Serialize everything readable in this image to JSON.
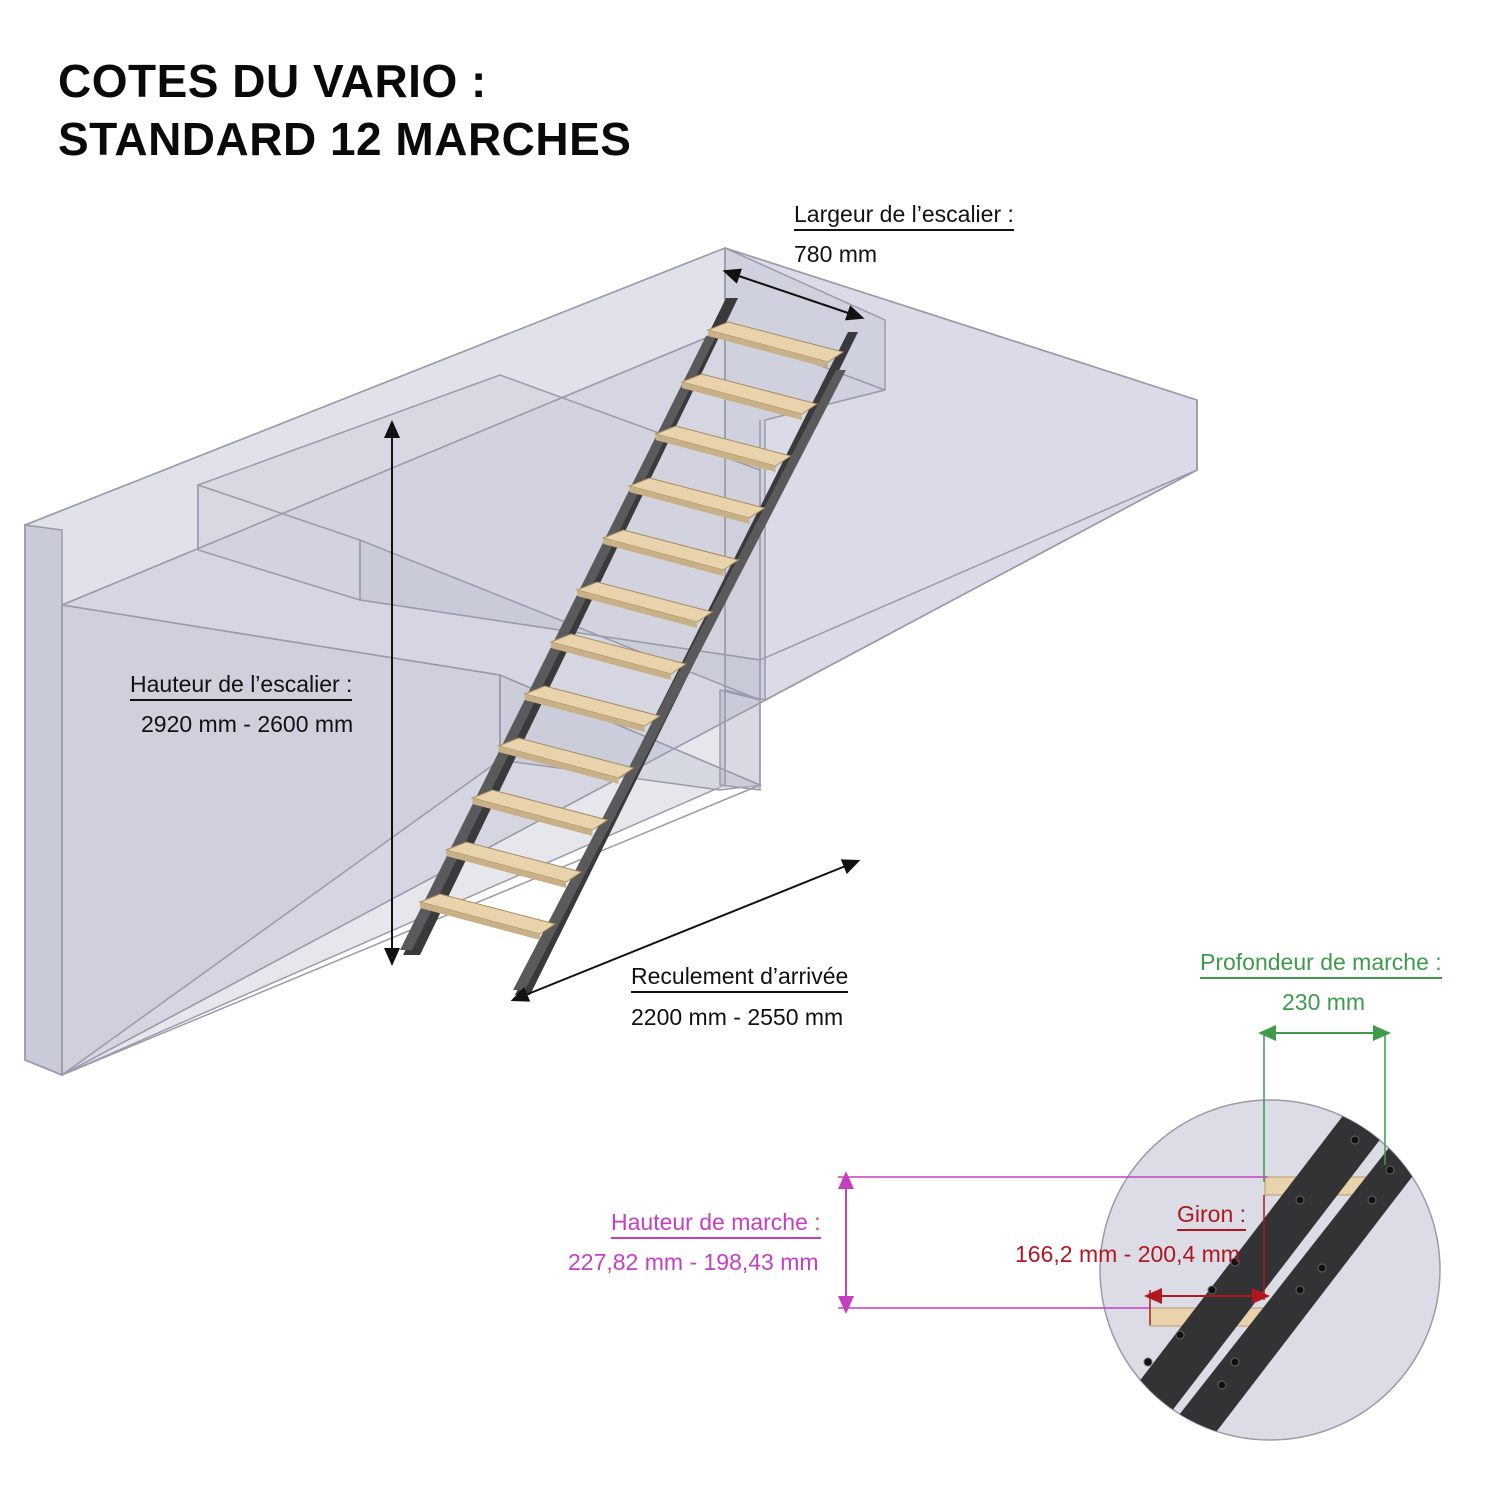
{
  "title": {
    "line1": "COTES DU VARIO :",
    "line2": "STANDARD 12 MARCHES"
  },
  "dimensions": {
    "largeur": {
      "label": "Largeur de l’escalier :",
      "value": "780 mm"
    },
    "hauteur": {
      "label": "Hauteur de l’escalier :",
      "value": "2920 mm - 2600 mm"
    },
    "reculement": {
      "label": "Reculement d’arrivée",
      "value": "2200 mm - 2550 mm"
    },
    "profondeur": {
      "label": "Profondeur de marche :",
      "value": "230 mm"
    },
    "hauteur_marche": {
      "label": "Hauteur de marche :",
      "value": "227,82 mm - 198,43 mm"
    },
    "giron": {
      "label": "Giron :",
      "value": "166,2 mm - 200,4 mm"
    }
  },
  "staircase": {
    "step_count": 12
  },
  "colors": {
    "wall": "#c8c9d8",
    "wall_edge": "#9a9bab",
    "wood": "#e8d3ad",
    "steel": "#3a3a3c",
    "green": "#3f9a4b",
    "pink": "#c63fbf",
    "red": "#b0181f"
  }
}
